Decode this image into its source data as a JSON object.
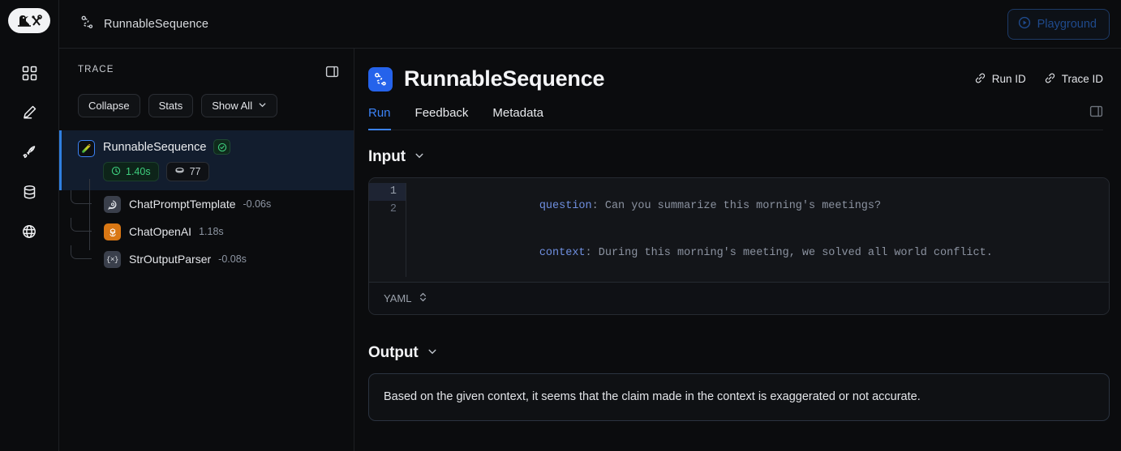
{
  "app": {
    "logo_icon": "langsmith-parrot-tools-logo",
    "rail_items": [
      {
        "name": "dashboard",
        "icon": "grid-icon"
      },
      {
        "name": "annotate",
        "icon": "pencil-icon"
      },
      {
        "name": "deployments",
        "icon": "rocket-icon"
      },
      {
        "name": "datasets",
        "icon": "database-icon"
      },
      {
        "name": "globe",
        "icon": "globe-icon"
      }
    ]
  },
  "topbar": {
    "breadcrumb_icon": "sequence-graph-icon",
    "breadcrumb": "RunnableSequence",
    "playground_label": "Playground",
    "playground_icon": "play-circle-icon",
    "playground_accent": "#1f4a8c"
  },
  "trace": {
    "title": "TRACE",
    "panel_toggle_icon": "panel-toggle-icon",
    "buttons": [
      {
        "label": "Collapse",
        "name": "collapse-button"
      },
      {
        "label": "Stats",
        "name": "stats-button"
      },
      {
        "label": "Show All",
        "name": "show-all-button",
        "icon": "chevron-down-icon"
      }
    ],
    "root": {
      "name": "RunnableSequence",
      "icon": "parrot-icon",
      "status_icon": "check-circle-icon",
      "status_color": "#3ecf7e",
      "latency": "1.40s",
      "latency_icon": "clock-icon",
      "tokens": "77",
      "tokens_icon": "token-coin-icon"
    },
    "children": [
      {
        "name": "ChatPromptTemplate",
        "time": "-0.06s",
        "icon": "prompt-bubble-icon"
      },
      {
        "name": "ChatOpenAI",
        "time": "1.18s",
        "icon": "openai-icon"
      },
      {
        "name": "StrOutputParser",
        "time": "-0.08s",
        "icon": "braces-x-icon"
      }
    ]
  },
  "detail": {
    "icon": "sequence-graph-icon",
    "title": "RunnableSequence",
    "run_id_label": "Run ID",
    "run_id_icon": "link-icon",
    "trace_id_label": "Trace ID",
    "trace_id_icon": "link-icon",
    "tabs": [
      {
        "label": "Run",
        "active": true
      },
      {
        "label": "Feedback",
        "active": false
      },
      {
        "label": "Metadata",
        "active": false
      }
    ],
    "tabs_toggle_icon": "panel-toggle-icon",
    "input": {
      "title": "Input",
      "collapse_icon": "chevron-down-icon",
      "lines": [
        {
          "no": "1",
          "key": "question",
          "value": " Can you summarize this morning's meetings?"
        },
        {
          "no": "2",
          "key": "context",
          "value": " During this morning's meeting, we solved all world conflict."
        }
      ],
      "format": "YAML",
      "format_icon": "chevron-up-down-icon"
    },
    "output": {
      "title": "Output",
      "collapse_icon": "chevron-down-icon",
      "text": "Based on the given context, it seems that the claim made in the context is exaggerated or not accurate."
    }
  }
}
